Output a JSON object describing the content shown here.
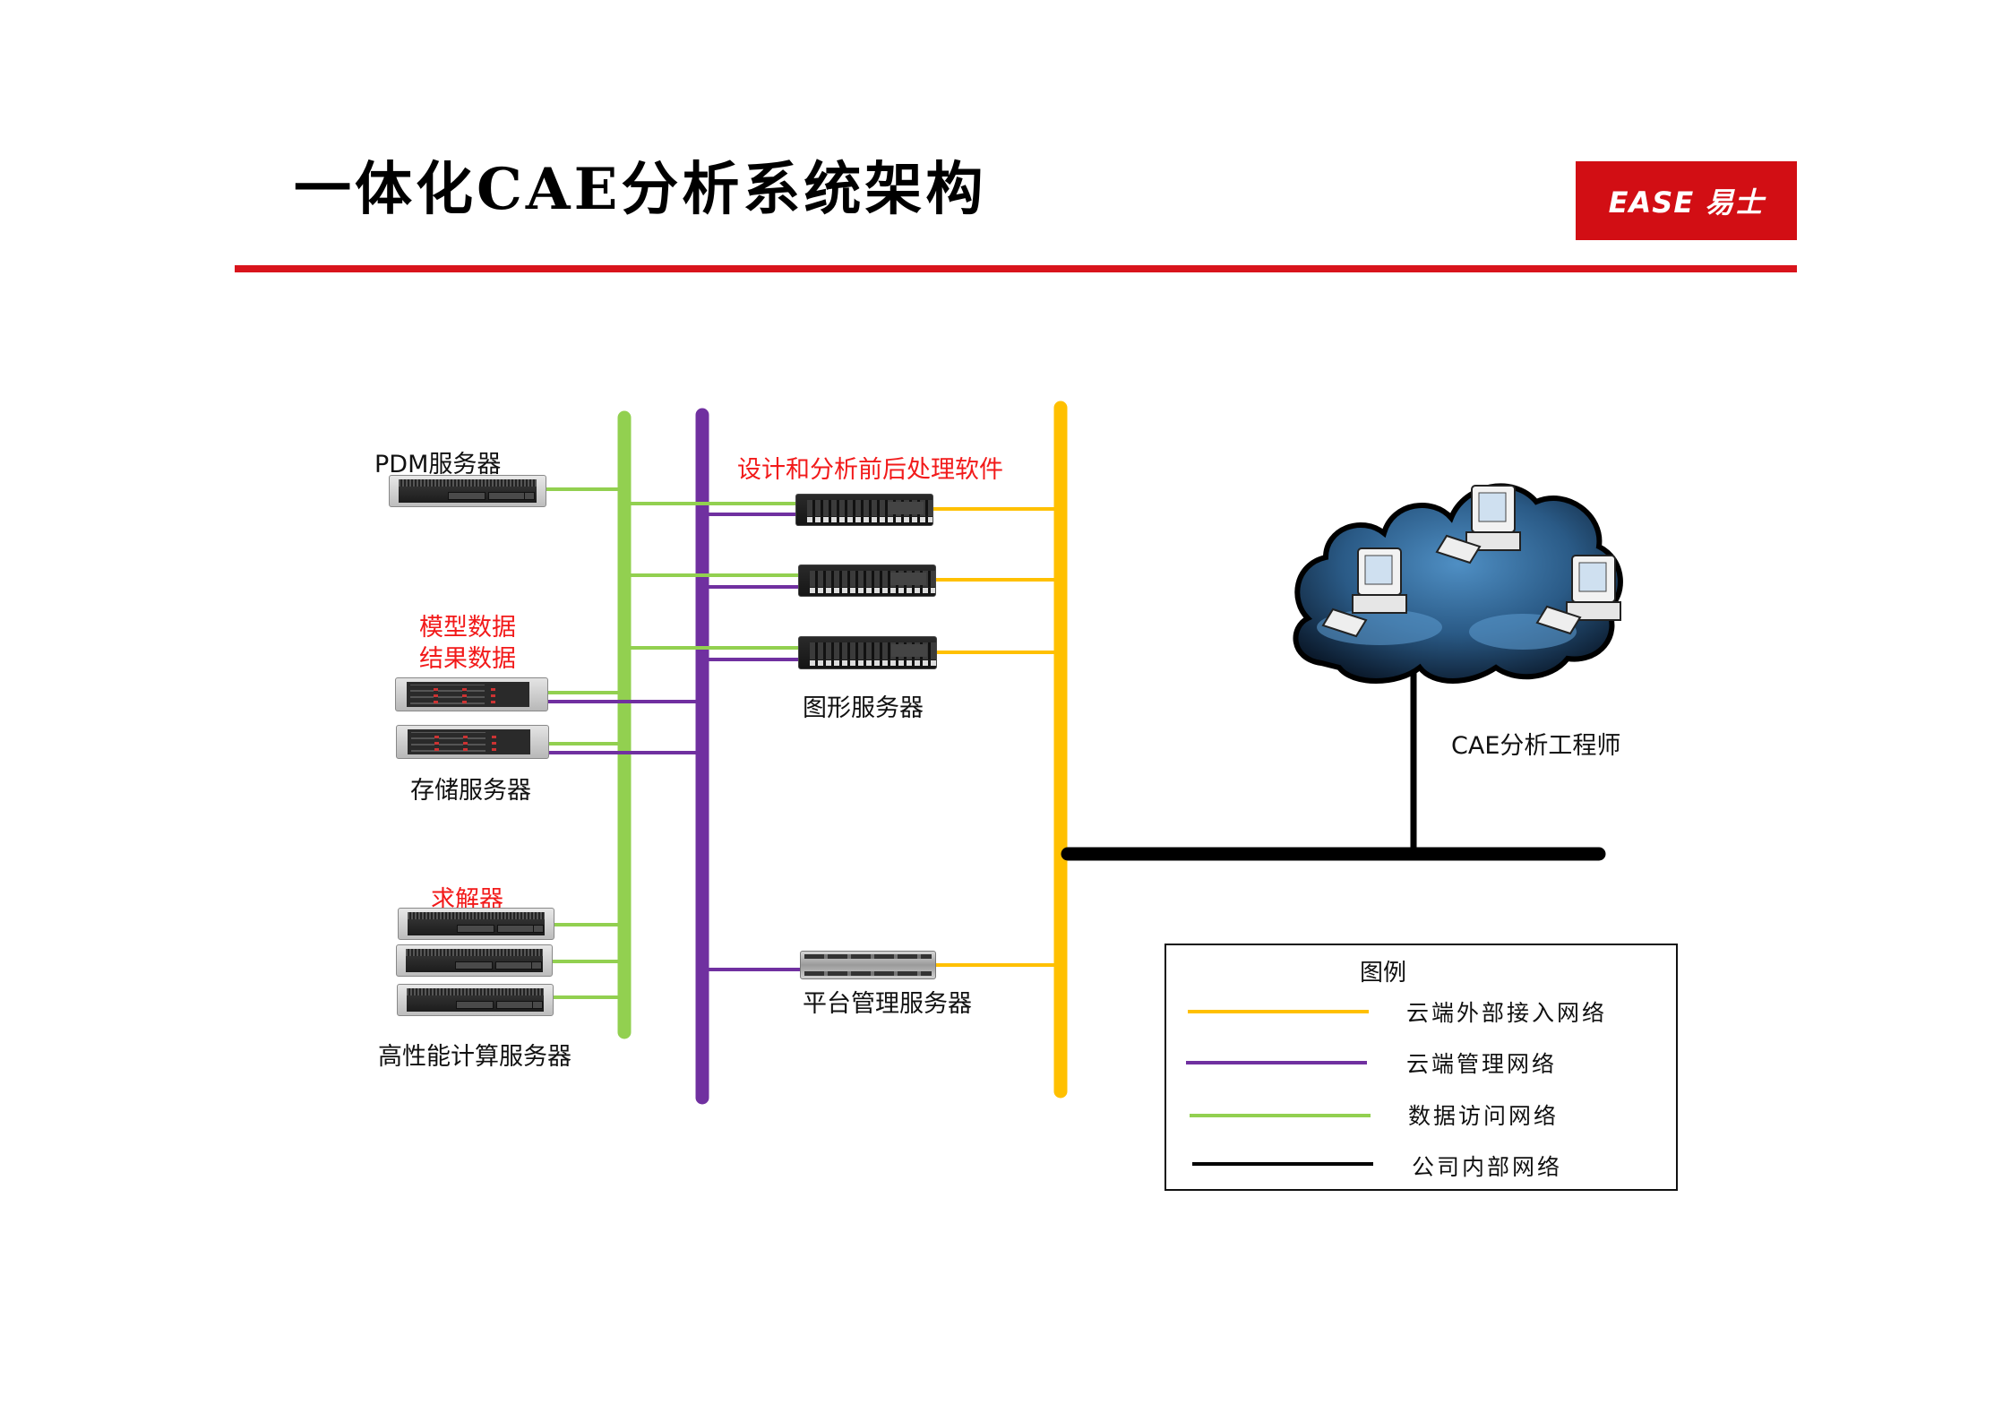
{
  "page": {
    "title": "一体化CAE分析系统架构",
    "logo": {
      "text": "EASE 易士",
      "bg_color": "#d20e14"
    },
    "rule_color": "#d9141c"
  },
  "colors": {
    "external_access": "#ffc000",
    "management": "#7030a0",
    "data_access": "#92d050",
    "internal": "#000000",
    "label_red": "#f21a1a"
  },
  "left_group": {
    "pdm_label": "PDM服务器",
    "storage_caption": [
      "模型数据",
      "结果数据"
    ],
    "storage_label": "存储服务器",
    "solver_caption": "求解器",
    "hpc_label": "高性能计算服务器"
  },
  "center_group": {
    "software_caption": "设计和分析前后处理软件",
    "graphics_label": "图形服务器",
    "platform_label": "平台管理服务器"
  },
  "cloud": {
    "label": "CAE分析工程师",
    "workstations": 3
  },
  "legend": {
    "title": "图例",
    "items": [
      {
        "label": "云端外部接入网络",
        "color": "#ffc000"
      },
      {
        "label": "云端管理网络",
        "color": "#7030a0"
      },
      {
        "label": "数据访问网络",
        "color": "#92d050"
      },
      {
        "label": "公司内部网络",
        "color": "#000000"
      }
    ]
  }
}
